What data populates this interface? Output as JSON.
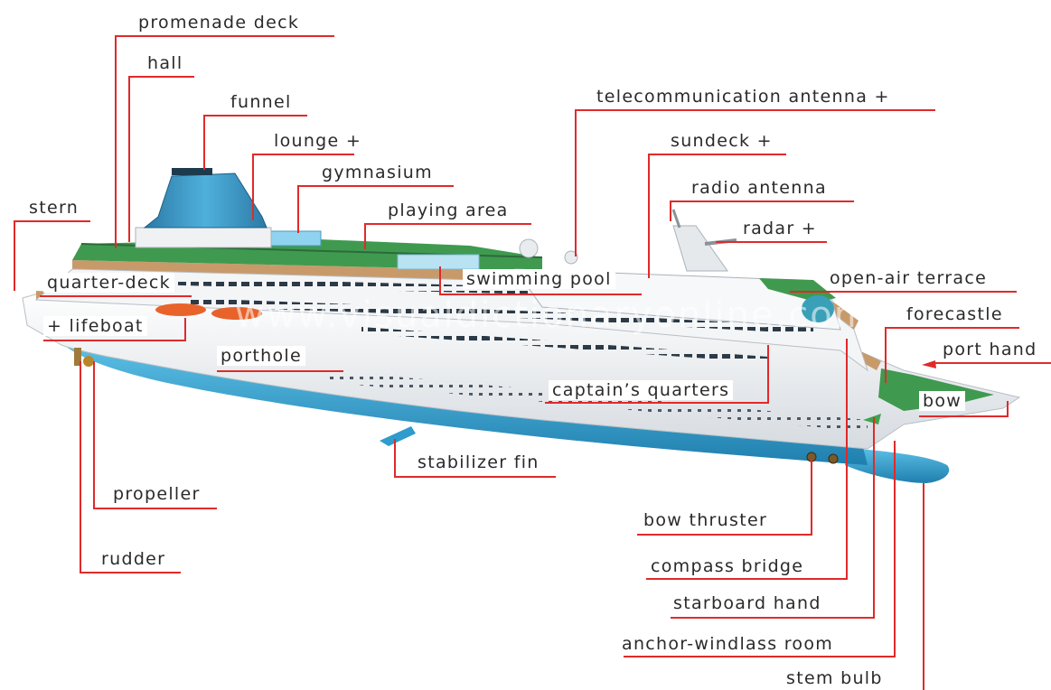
{
  "labels": {
    "promenade_deck": "promenade deck",
    "hall": "hall",
    "funnel": "funnel",
    "lounge": "lounge +",
    "gymnasium": "gymnasium",
    "playing_area": "playing area",
    "telecommunication_antenna": "telecommunication antenna +",
    "sundeck": "sundeck +",
    "radio_antenna": "radio antenna",
    "radar": "radar +",
    "stern": "stern",
    "quarter_deck": "quarter-deck",
    "swimming_pool": "swimming pool",
    "open_air_terrace": "open-air terrace",
    "lifeboat": "+ lifeboat",
    "forecastle": "forecastle",
    "port_hand": "port hand",
    "porthole": "porthole",
    "captains_quarters": "captain’s quarters",
    "bow": "bow",
    "stabilizer_fin": "stabilizer fin",
    "propeller": "propeller",
    "bow_thruster": "bow thruster",
    "rudder": "rudder",
    "compass_bridge": "compass bridge",
    "starboard_hand": "starboard hand",
    "anchor_windlass_room": "anchor-windlass room",
    "stem_bulb": "stem bulb"
  },
  "watermark": "www.visualdictionaryonline.com",
  "colors": {
    "leader": "#e02a2a",
    "hull_blue": "#2e9ccc",
    "hull_white": "#eef0f2",
    "deck_green": "#3f9a4f",
    "deck_tan": "#c89a6a",
    "funnel_blue": "#3a8fb8"
  }
}
